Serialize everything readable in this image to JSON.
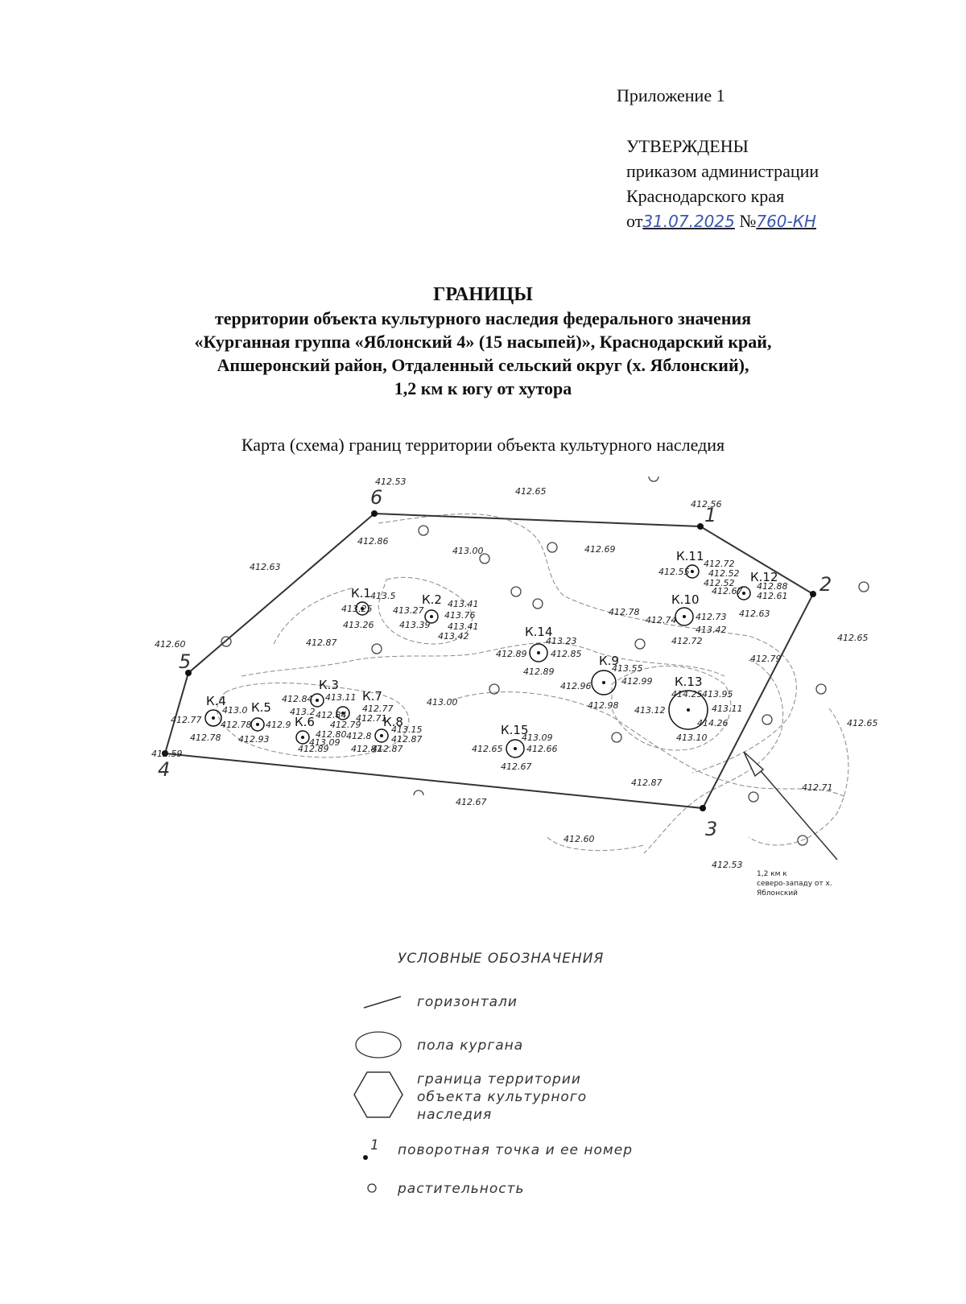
{
  "header": {
    "annex": "Приложение 1",
    "approved_title": "УТВЕРЖДЕНЫ",
    "approved_line1": "приказом администрации",
    "approved_line2": "Краснодарского края",
    "date_prefix": "от",
    "date_value": "31.07.2025",
    "number_prefix": "№",
    "number_value": "760-КН"
  },
  "title": {
    "heading": "ГРАНИЦЫ",
    "line1": "территории объекта культурного наследия федерального значения",
    "line2": "«Курганная группа «Яблонский 4» (15 насыпей)», Краснодарский край,",
    "line3": "Апшеронский район, Отдаленный сельский округ (х. Яблонский),",
    "line4": "1,2 км к югу от хутора"
  },
  "map_title": "Карта (схема) границ территории объекта культурного наследия",
  "map": {
    "boundary_points": [
      {
        "label": "1"
      },
      {
        "label": "2"
      },
      {
        "label": "3"
      },
      {
        "label": "4"
      },
      {
        "label": "5"
      },
      {
        "label": "6"
      }
    ],
    "mounds": [
      {
        "label": "К.1"
      },
      {
        "label": "К.2"
      },
      {
        "label": "К.3"
      },
      {
        "label": "К.4"
      },
      {
        "label": "К.5"
      },
      {
        "label": "К.6"
      },
      {
        "label": "К.7"
      },
      {
        "label": "К.8"
      },
      {
        "label": "К.9"
      },
      {
        "label": "К.10"
      },
      {
        "label": "К.11"
      },
      {
        "label": "К.12"
      },
      {
        "label": "К.13"
      },
      {
        "label": "К.14"
      },
      {
        "label": "К.15"
      }
    ],
    "elevations": [
      "412.53",
      "412.65",
      "412.56",
      "412.86",
      "413.00",
      "412.69",
      "412.63",
      "412.60",
      "412.87",
      "412.78",
      "412.79",
      "412.65",
      "413.00",
      "412.87",
      "412.67",
      "412.71",
      "412.65",
      "412.59",
      "412.60",
      "412.53",
      "413.5",
      "413.25",
      "413.27",
      "413.26",
      "413.39",
      "413.41",
      "413.76",
      "413.41",
      "413.42",
      "413.23",
      "412.89",
      "412.85",
      "412.89",
      "413.55",
      "412.99",
      "412.96",
      "412.98",
      "412.55",
      "412.72",
      "412.52",
      "412.52",
      "412.67",
      "412.88",
      "412.61",
      "412.63",
      "412.74",
      "412.73",
      "413.42",
      "412.72",
      "414.25",
      "413.95",
      "413.12",
      "413.11",
      "414.26",
      "413.10",
      "412.77",
      "412.78",
      "413.0",
      "412.78",
      "412.9",
      "412.93",
      "412.84",
      "413.11",
      "412.84",
      "412.77",
      "413.2",
      "412.80",
      "412.89",
      "413.09",
      "412.79",
      "412.71",
      "412.8",
      "413.15",
      "412.87",
      "412.87",
      "412.65",
      "413.09",
      "412.66",
      "412.67",
      "412.87"
    ],
    "direction_note": [
      "1,2 км к",
      "северо-западу от х.",
      "Яблонский"
    ]
  },
  "legend": {
    "title": "УСЛОВНЫЕ ОБОЗНАЧЕНИЯ",
    "contours": "горизонтали",
    "mound_base": "пола кургана",
    "boundary_l1": "граница территории",
    "boundary_l2": "объекта культурного",
    "boundary_l3": "наследия",
    "turn_point_num": "1",
    "turn_point": "поворотная точка и ее номер",
    "vegetation": "растительность"
  }
}
